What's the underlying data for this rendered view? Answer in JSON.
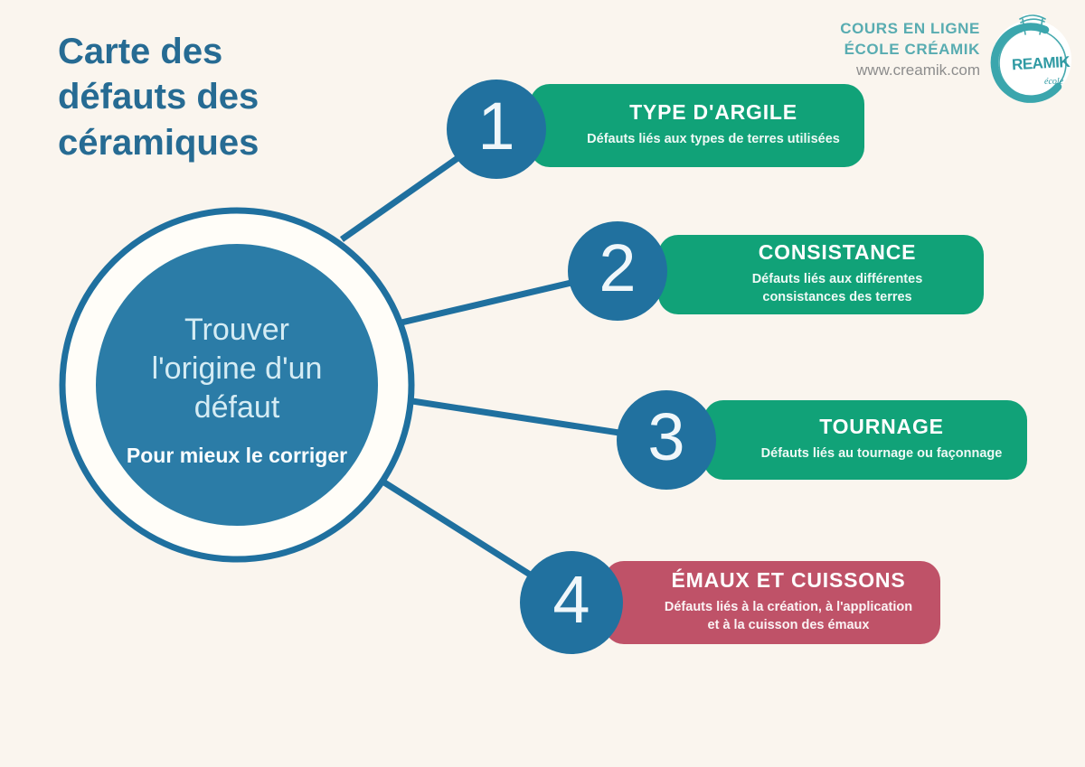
{
  "colors": {
    "bg": "#faf5ee",
    "blue": "#1f709f",
    "disc": "#2b7ca7",
    "node": "#21719f",
    "green": "#11a278",
    "red": "#bf5268",
    "teal": "#58acb1",
    "gray": "#8d8d8d",
    "title": "#266b93",
    "ringfill": "#fffdf8",
    "lighttext": "#d5ecf4"
  },
  "header": {
    "title": "Carte des\ndéfauts des\ncéramiques",
    "brand": {
      "line1": "COURS EN LIGNE",
      "line2": "ÉCOLE CRÉAMIK",
      "url": "www.creamik.com",
      "logo_text": "REAMIK",
      "logo_sub": "école"
    }
  },
  "center": {
    "title": "Trouver\nl'origine d'un\ndéfaut",
    "subtitle": "Pour mieux le corriger"
  },
  "items": [
    {
      "number": "1",
      "title": "TYPE D'ARGILE",
      "description": "Défauts liés aux types de terres utilisées",
      "color": "#11a278"
    },
    {
      "number": "2",
      "title": "CONSISTANCE",
      "description": "Défauts liés aux différentes\nconsistances des terres",
      "color": "#11a278"
    },
    {
      "number": "3",
      "title": "TOURNAGE",
      "description": "Défauts liés au tournage ou façonnage",
      "color": "#11a278"
    },
    {
      "number": "4",
      "title": "ÉMAUX ET CUISSONS",
      "description": "Défauts liés à la création, à l'application\net à la cuisson des émaux",
      "color": "#bf5268"
    }
  ]
}
